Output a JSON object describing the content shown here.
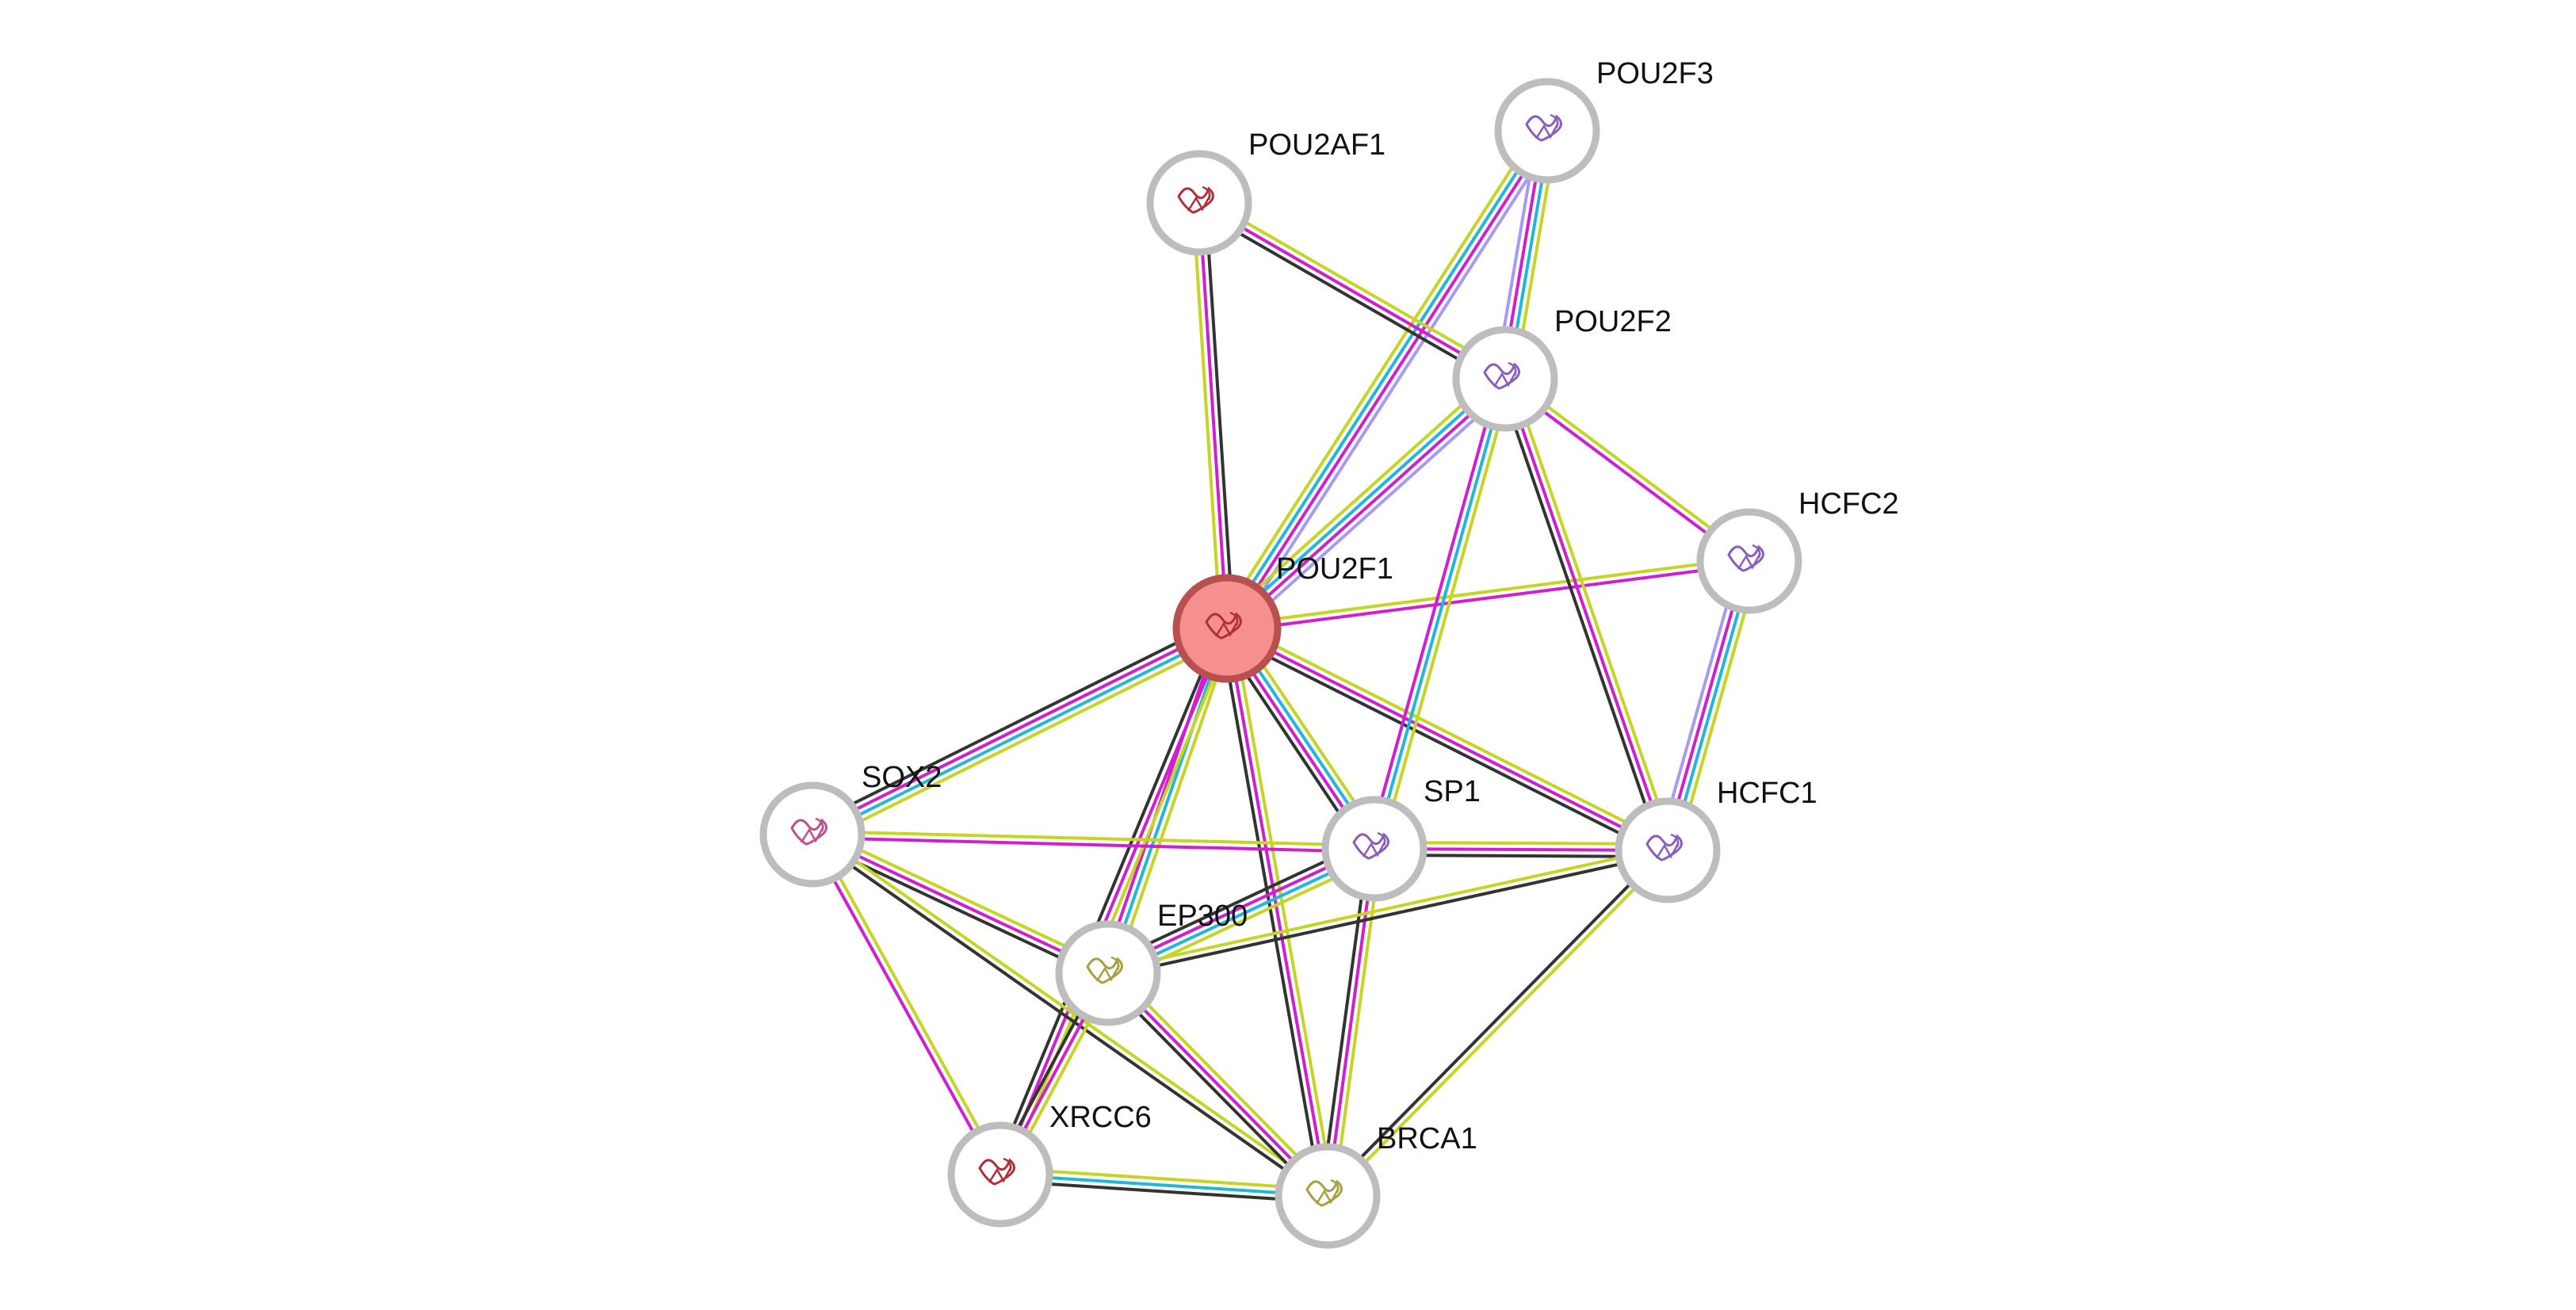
{
  "colors": {
    "textmining": "#c6d424",
    "database": "#1fb8d8",
    "experiments": "#d11ed1",
    "coexpression": "#333333",
    "homology": "#a89af2",
    "query_fill": "#f5908f",
    "query_stroke": "#b85050",
    "node_stroke": "#bdbdbd"
  },
  "nodes": [
    {
      "id": "POU2F1",
      "label": "POU2F1",
      "query": true,
      "icon": "protein-structure-red-icon"
    },
    {
      "id": "POU2AF1",
      "label": "POU2AF1",
      "query": false,
      "icon": "protein-structure-red-icon"
    },
    {
      "id": "POU2F3",
      "label": "POU2F3",
      "query": false,
      "icon": "protein-structure-purple-icon"
    },
    {
      "id": "POU2F2",
      "label": "POU2F2",
      "query": false,
      "icon": "protein-structure-purple-icon"
    },
    {
      "id": "HCFC2",
      "label": "HCFC2",
      "query": false,
      "icon": "protein-structure-purple-icon"
    },
    {
      "id": "HCFC1",
      "label": "HCFC1",
      "query": false,
      "icon": "protein-structure-purple-icon"
    },
    {
      "id": "SP1",
      "label": "SP1",
      "query": false,
      "icon": "protein-structure-purple-icon"
    },
    {
      "id": "SOX2",
      "label": "SOX2",
      "query": false,
      "icon": "protein-structure-pink-icon"
    },
    {
      "id": "EP300",
      "label": "EP300",
      "query": false,
      "icon": "protein-structure-olive-icon"
    },
    {
      "id": "XRCC6",
      "label": "XRCC6",
      "query": false,
      "icon": "protein-structure-red-icon"
    },
    {
      "id": "BRCA1",
      "label": "BRCA1",
      "query": false,
      "icon": "protein-structure-olive-icon"
    }
  ],
  "edges": [
    {
      "source": "POU2F1",
      "target": "POU2AF1",
      "channels": [
        "textmining",
        "experiments",
        "coexpression"
      ]
    },
    {
      "source": "POU2F1",
      "target": "POU2F3",
      "channels": [
        "textmining",
        "database",
        "experiments",
        "homology"
      ]
    },
    {
      "source": "POU2F1",
      "target": "POU2F2",
      "channels": [
        "textmining",
        "database",
        "experiments",
        "homology"
      ]
    },
    {
      "source": "POU2F1",
      "target": "HCFC2",
      "channels": [
        "textmining",
        "experiments"
      ]
    },
    {
      "source": "POU2F1",
      "target": "HCFC1",
      "channels": [
        "textmining",
        "experiments",
        "coexpression"
      ]
    },
    {
      "source": "POU2F1",
      "target": "SP1",
      "channels": [
        "textmining",
        "database",
        "experiments",
        "coexpression"
      ]
    },
    {
      "source": "POU2F1",
      "target": "SOX2",
      "channels": [
        "textmining",
        "database",
        "experiments",
        "coexpression"
      ]
    },
    {
      "source": "POU2F1",
      "target": "EP300",
      "channels": [
        "textmining",
        "database",
        "experiments"
      ]
    },
    {
      "source": "POU2F1",
      "target": "XRCC6",
      "channels": [
        "textmining",
        "experiments",
        "coexpression"
      ]
    },
    {
      "source": "POU2F1",
      "target": "BRCA1",
      "channels": [
        "textmining",
        "experiments",
        "coexpression"
      ]
    },
    {
      "source": "POU2AF1",
      "target": "POU2F2",
      "channels": [
        "textmining",
        "experiments",
        "coexpression"
      ]
    },
    {
      "source": "POU2F3",
      "target": "POU2F2",
      "channels": [
        "textmining",
        "database",
        "experiments",
        "homology"
      ]
    },
    {
      "source": "POU2F2",
      "target": "HCFC2",
      "channels": [
        "textmining",
        "experiments"
      ]
    },
    {
      "source": "POU2F2",
      "target": "HCFC1",
      "channels": [
        "textmining",
        "experiments",
        "coexpression"
      ]
    },
    {
      "source": "POU2F2",
      "target": "SP1",
      "channels": [
        "textmining",
        "database",
        "experiments"
      ]
    },
    {
      "source": "HCFC2",
      "target": "HCFC1",
      "channels": [
        "textmining",
        "database",
        "experiments",
        "homology"
      ]
    },
    {
      "source": "SP1",
      "target": "HCFC1",
      "channels": [
        "textmining",
        "experiments",
        "coexpression"
      ]
    },
    {
      "source": "SP1",
      "target": "EP300",
      "channels": [
        "textmining",
        "database",
        "experiments",
        "coexpression"
      ]
    },
    {
      "source": "SP1",
      "target": "BRCA1",
      "channels": [
        "textmining",
        "experiments",
        "coexpression"
      ]
    },
    {
      "source": "SOX2",
      "target": "SP1",
      "channels": [
        "textmining",
        "experiments"
      ]
    },
    {
      "source": "SOX2",
      "target": "EP300",
      "channels": [
        "textmining",
        "experiments",
        "coexpression"
      ]
    },
    {
      "source": "SOX2",
      "target": "XRCC6",
      "channels": [
        "textmining",
        "experiments"
      ]
    },
    {
      "source": "SOX2",
      "target": "BRCA1",
      "channels": [
        "textmining",
        "coexpression"
      ]
    },
    {
      "source": "EP300",
      "target": "HCFC1",
      "channels": [
        "textmining",
        "coexpression"
      ]
    },
    {
      "source": "EP300",
      "target": "XRCC6",
      "channels": [
        "textmining",
        "experiments",
        "coexpression"
      ]
    },
    {
      "source": "EP300",
      "target": "BRCA1",
      "channels": [
        "textmining",
        "experiments",
        "coexpression"
      ]
    },
    {
      "source": "XRCC6",
      "target": "BRCA1",
      "channels": [
        "textmining",
        "database",
        "coexpression"
      ]
    },
    {
      "source": "HCFC1",
      "target": "BRCA1",
      "channels": [
        "textmining",
        "coexpression"
      ]
    }
  ]
}
